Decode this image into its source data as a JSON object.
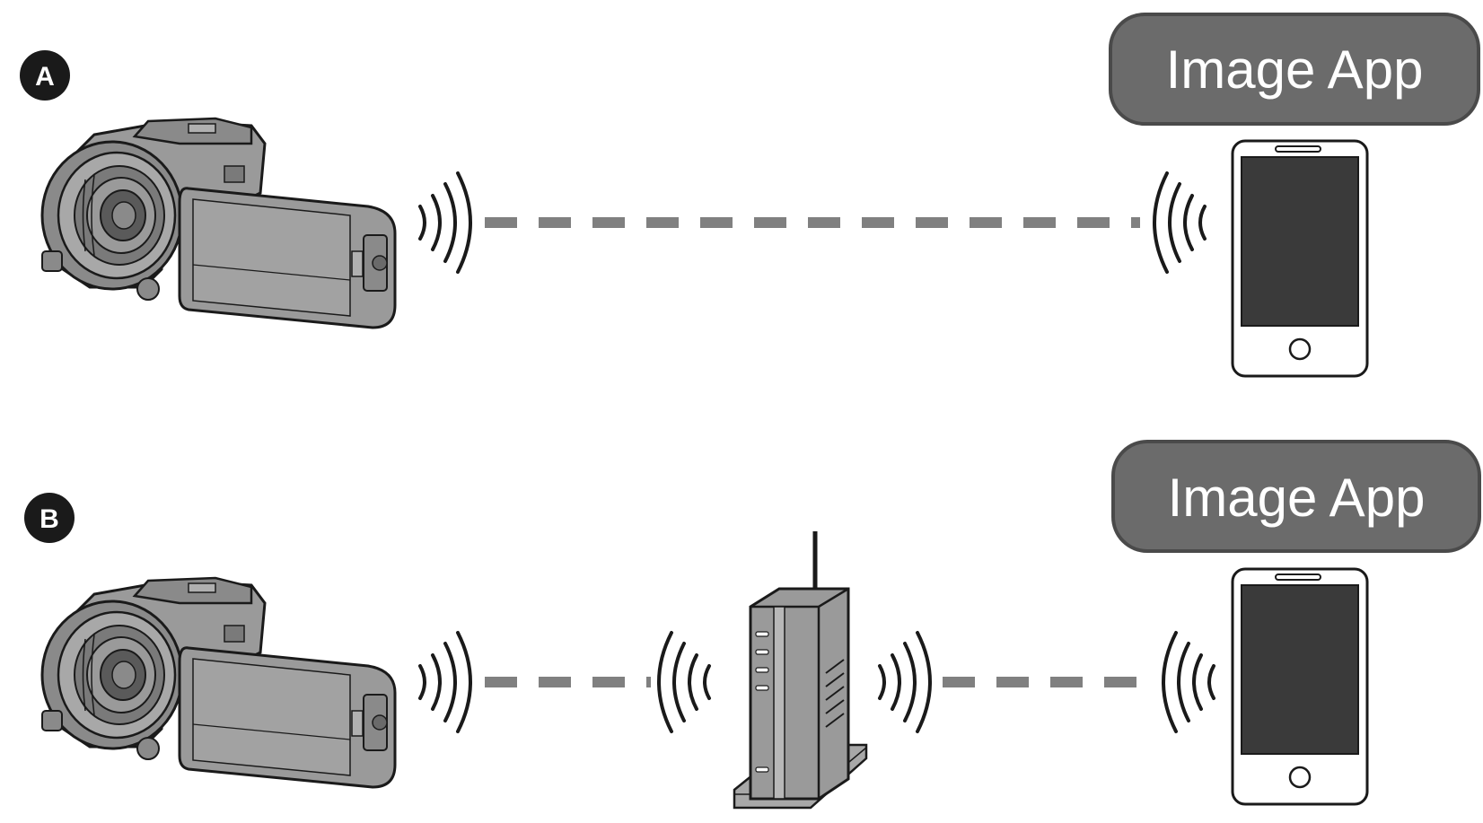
{
  "diagram": {
    "panel_a": {
      "marker": "A",
      "app_label": "Image App",
      "devices": [
        "camcorder-icon",
        "smartphone-icon"
      ],
      "links": [
        {
          "from": "camcorder",
          "to": "smartphone",
          "type": "direct-wireless"
        }
      ]
    },
    "panel_b": {
      "marker": "B",
      "app_label": "Image App",
      "devices": [
        "camcorder-icon",
        "wireless-router-icon",
        "smartphone-icon"
      ],
      "links": [
        {
          "from": "camcorder",
          "to": "wireless-router",
          "type": "wireless"
        },
        {
          "from": "wireless-router",
          "to": "smartphone",
          "type": "wireless"
        }
      ]
    },
    "colors": {
      "label_fill": "#6b6b6b",
      "label_stroke": "#4a4a4a",
      "link_dash": "#808080",
      "line_art": "#1a1a1a",
      "device_gray": "#9a9a9a",
      "phone_screen": "#3a3a3a"
    }
  }
}
